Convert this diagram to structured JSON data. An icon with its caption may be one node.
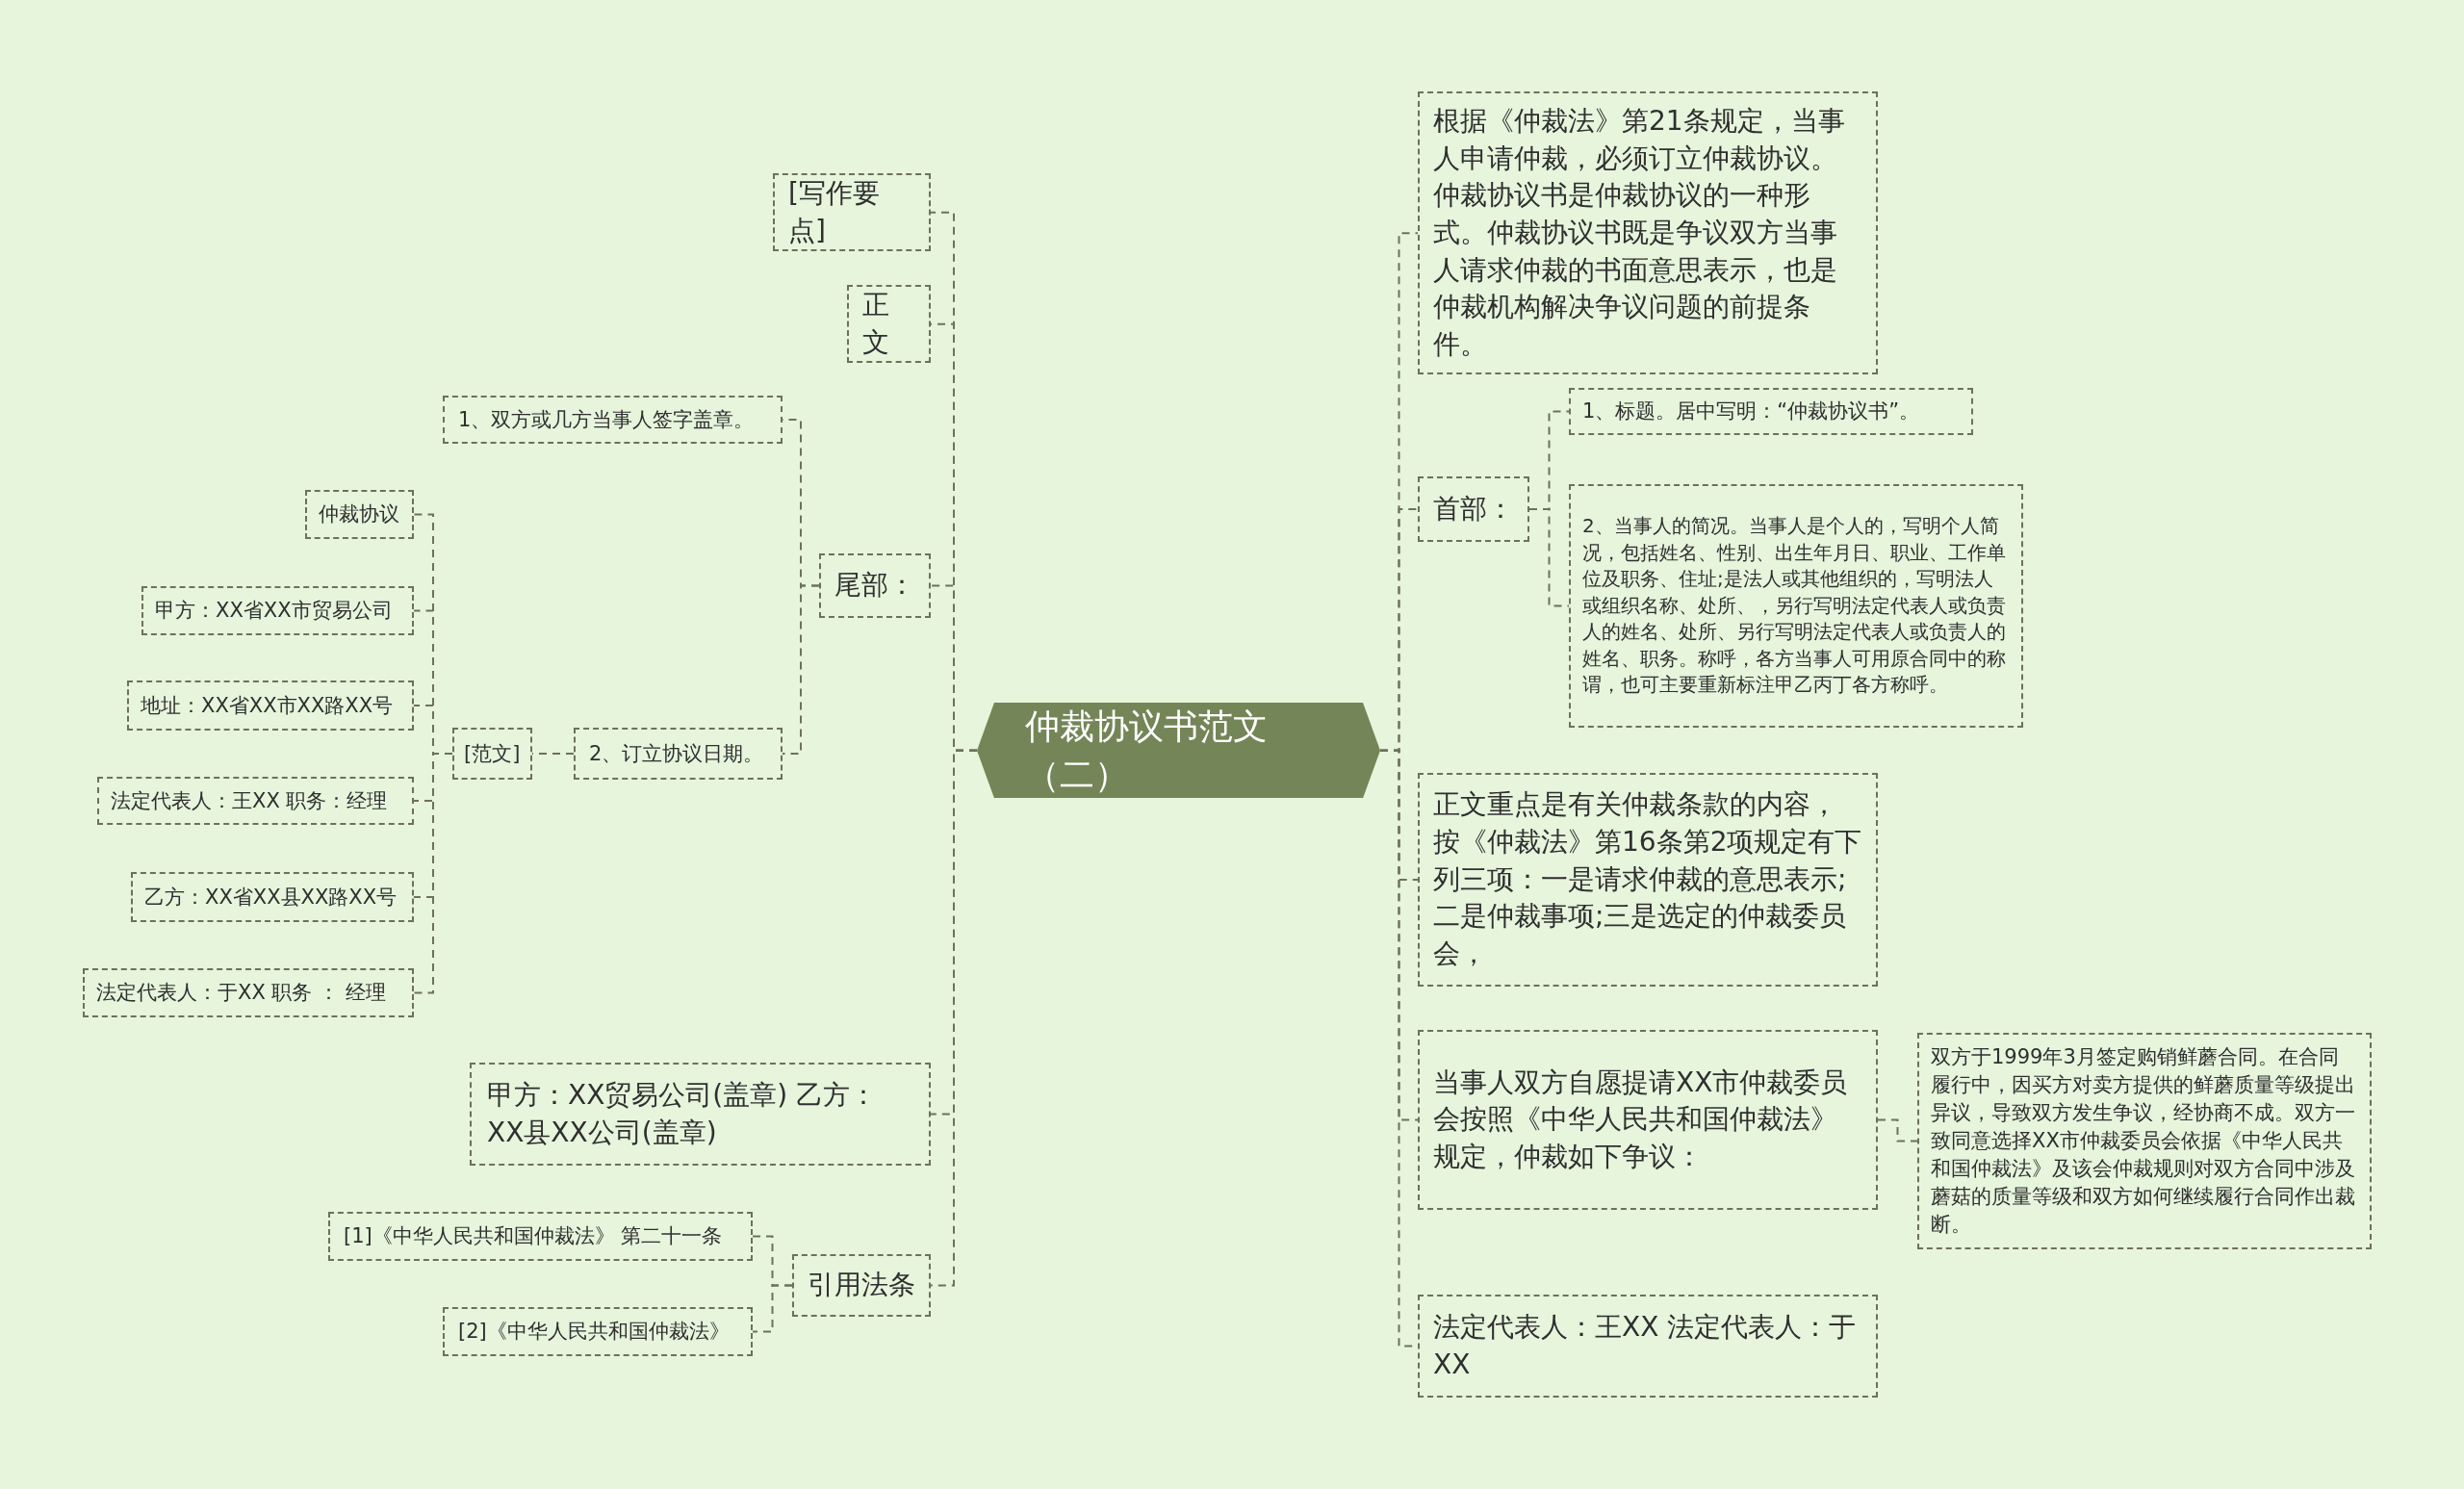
{
  "diagram": {
    "nodes": [
      {
        "text": [
          "仲裁协议书范文（二）"
        ]
      },
      {
        "text": [
          "[写作要点]"
        ]
      },
      {
        "text": [
          "正文"
        ]
      },
      {
        "text": [
          "尾部："
        ]
      },
      {
        "text": [
          "1、双方或几方当事人签字盖章。"
        ]
      },
      {
        "text": [
          "2、订立协议日期。"
        ]
      },
      {
        "text": [
          "[范文]"
        ]
      },
      {
        "text": [
          "仲裁协议"
        ]
      },
      {
        "text": [
          "甲方：XX省XX市贸易公司"
        ]
      },
      {
        "text": [
          "地址：XX省XX市XX路XX号"
        ]
      },
      {
        "text": [
          "法定代表人：王XX 职务：经理"
        ]
      },
      {
        "text": [
          "乙方：XX省XX县XX路XX号"
        ]
      },
      {
        "text": [
          "法定代表人：于XX 职务 ： 经理"
        ]
      },
      {
        "text": [
          "甲方：XX贸易公司(盖章) 乙方：XX县XX公司(盖章)"
        ]
      },
      {
        "text": [
          "引用法条"
        ]
      },
      {
        "text": [
          "[1]《中华人民共和国仲裁法》 第二十一条"
        ]
      },
      {
        "text": [
          "[2]《中华人民共和国仲裁法》"
        ]
      },
      {
        "text": [
          "根据《仲裁法》第21条规定，当事人申请仲裁，必须订立仲裁协议。仲裁协议书是仲裁协议的一种形式。仲裁协议书既是争议双方当事人请求仲裁的书面意思表示，也是仲裁机构解决争议问题的前提条件。"
        ]
      },
      {
        "text": [
          "首部："
        ]
      },
      {
        "text": [
          "1、标题。居中写明：“仲裁协议书”。"
        ]
      },
      {
        "text": [
          "2、当事人的简况。当事人是个人的，写明个人简况，包括姓名、性别、出生年月日、职业、工作单位及职务、住址;是法人或其他组织的，写明法人或组织名称、处所、，另行写明法定代表人或负责人的姓名、处所、另行写明法定代表人或负责人的姓名、职务。称呼，各方当事人可用原合同中的称谓，也可主要重新标注甲乙丙丁各方称呼。"
        ]
      },
      {
        "text": [
          "正文重点是有关仲裁条款的内容，按《仲裁法》第16条第2项规定有下列三项：一是请求仲裁的意思表示;二是仲裁事项;三是选定的仲裁委员会，"
        ]
      },
      {
        "text": [
          "当事人双方自愿提请XX市仲裁委员会按照《中华人民共和国仲裁法》规定，仲裁如下争议："
        ]
      },
      {
        "text": [
          "双方于1999年3月签定购销鲜蘑合同。在合同履行中，因买方对卖方提供的鲜蘑质量等级提出异议，导致双方发生争议，经协商不成。双方一致同意选择XX市仲裁委员会依据《中华人民共和国仲裁法》及该会仲裁规则对双方合同中涉及蘑菇的质量等级和双方如何继续履行合同作出裁断。"
        ]
      },
      {
        "text": [
          "法定代表人：王XX 法定代表人：于XX"
        ]
      }
    ],
    "edges": [
      {
        "from": 0,
        "to": 1,
        "arrow": "none"
      },
      {
        "from": 0,
        "to": 2,
        "arrow": "none"
      },
      {
        "from": 0,
        "to": 3,
        "arrow": "none"
      },
      {
        "from": 3,
        "to": 4,
        "arrow": "none"
      },
      {
        "from": 3,
        "to": 5,
        "arrow": "none"
      },
      {
        "from": 5,
        "to": 6,
        "arrow": "none"
      },
      {
        "from": 6,
        "to": 7,
        "arrow": "none"
      },
      {
        "from": 6,
        "to": 8,
        "arrow": "none"
      },
      {
        "from": 6,
        "to": 9,
        "arrow": "none"
      },
      {
        "from": 6,
        "to": 10,
        "arrow": "none"
      },
      {
        "from": 6,
        "to": 11,
        "arrow": "none"
      },
      {
        "from": 6,
        "to": 12,
        "arrow": "none"
      },
      {
        "from": 0,
        "to": 13,
        "arrow": "none"
      },
      {
        "from": 0,
        "to": 14,
        "arrow": "none"
      },
      {
        "from": 14,
        "to": 15,
        "arrow": "none"
      },
      {
        "from": 14,
        "to": 16,
        "arrow": "none"
      },
      {
        "from": 0,
        "to": 17,
        "arrow": "none"
      },
      {
        "from": 0,
        "to": 18,
        "arrow": "none"
      },
      {
        "from": 18,
        "to": 19,
        "arrow": "none"
      },
      {
        "from": 18,
        "to": 20,
        "arrow": "none"
      },
      {
        "from": 0,
        "to": 21,
        "arrow": "none"
      },
      {
        "from": 0,
        "to": 22,
        "arrow": "none"
      },
      {
        "from": 22,
        "to": 23,
        "arrow": "none"
      },
      {
        "from": 0,
        "to": 24,
        "arrow": "none"
      }
    ]
  }
}
